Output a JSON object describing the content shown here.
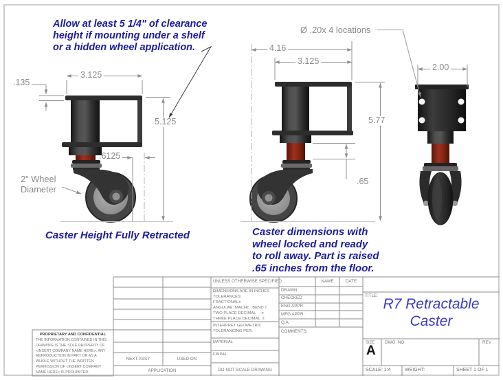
{
  "colors": {
    "annotation_blue": "#1b1ba0",
    "title_blue": "#3a3ac8",
    "dimension_gray": "#8a8a8a",
    "part_dark": "#333333",
    "stem_red": "#8c2a1a"
  },
  "notes": {
    "clearance": "Allow at least 5 1/4\" of clearance\nheight if mounting under a shelf\nor a hidden wheel application.",
    "retracted_caption": "Caster Height Fully Retracted",
    "extended_caption": "Caster dimensions with\nwheel locked and ready\nto roll away. Part is raised\n.65 inches from the floor.",
    "wheel_label": "2\" Wheel\nDiameter",
    "holes_callout": "Ø .20x 4 locations"
  },
  "dimensions": {
    "plate_thickness": ".135",
    "bracket_width_left": "3.125",
    "height_retracted": "5.125",
    "retract_offset": ".6125",
    "overall_width": "4.16",
    "bracket_width_mid": "3.125",
    "height_extended": "5.77",
    "raise_height": ".65",
    "bracket_depth": "2.00"
  },
  "title_block": {
    "unless": "UNLESS OTHERWISE SPECIFIED:",
    "tolerances": "DIMENSIONS ARE IN INCHES\nTOLERANCES:\nFRACTIONAL±\nANGULAR: MACH±   BEND ±\nTWO PLACE DECIMAL     ±\nTHREE PLACE DECIMAL  ±",
    "interpret": "INTERPRET GEOMETRIC\nTOLERANCING PER:",
    "material": "MATERIAL",
    "finish": "FINISH",
    "do_not_scale": "DO NOT SCALE DRAWING",
    "next_assy": "NEXT ASSY",
    "used_on": "USED ON",
    "application": "APPLICATION",
    "name_col": "NAME",
    "date_col": "DATE",
    "rows": [
      "DRAWN",
      "CHECKED",
      "ENG APPR.",
      "MFG APPR.",
      "Q.A."
    ],
    "comments": "COMMENTS:",
    "title_label": "TITLE:",
    "title": "R7 Retractable\nCaster",
    "size_label": "SIZE",
    "size": "A",
    "dwg_label": "DWG.  NO.",
    "rev_label": "REV",
    "scale": "SCALE: 1:4",
    "weight": "WEIGHT:",
    "sheet": "SHEET 1 OF 1",
    "proprietary_title": "PROPRIETARY AND CONFIDENTIAL",
    "proprietary_body": "THE INFORMATION CONTAINED IN THIS DRAWING IS THE SOLE PROPERTY OF <INSERT COMPANY NAME HERE>.  ANY REPRODUCTION IN PART OR AS A WHOLE WITHOUT THE WRITTEN PERMISSION OF <INSERT COMPANY NAME HERE> IS PROHIBITED."
  }
}
